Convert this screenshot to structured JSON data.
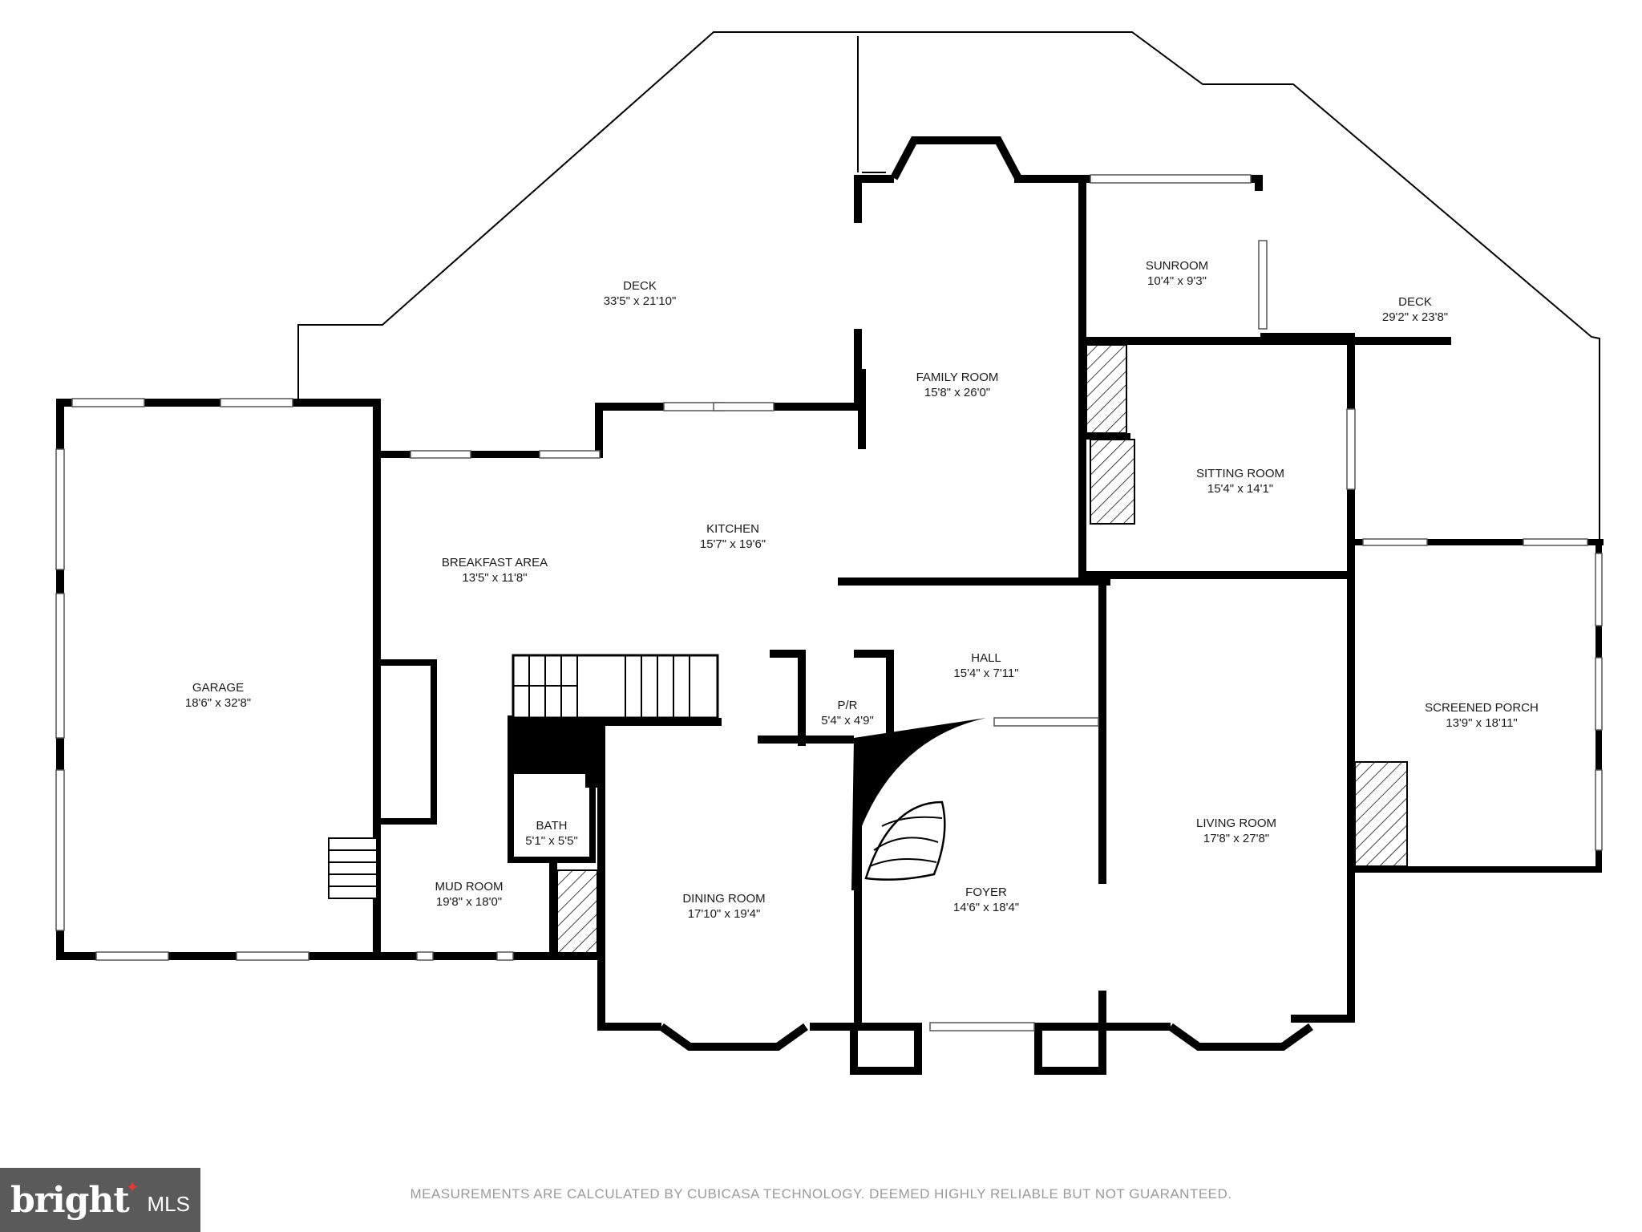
{
  "rooms": [
    {
      "name": "DECK",
      "dim": "33'5\" x 21'10\""
    },
    {
      "name": "FAMILY ROOM",
      "dim": "15'8\" x 26'0\""
    },
    {
      "name": "SUNROOM",
      "dim": "10'4\" x 9'3\""
    },
    {
      "name": "DECK",
      "dim": "29'2\" x 23'8\""
    },
    {
      "name": "SITTING ROOM",
      "dim": "15'4\" x 14'1\""
    },
    {
      "name": "KITCHEN",
      "dim": "15'7\" x 19'6\""
    },
    {
      "name": "BREAKFAST AREA",
      "dim": "13'5\" x 11'8\""
    },
    {
      "name": "GARAGE",
      "dim": "18'6\" x 32'8\""
    },
    {
      "name": "HALL",
      "dim": "15'4\" x 7'11\""
    },
    {
      "name": "P/R",
      "dim": "5'4\" x 4'9\""
    },
    {
      "name": "SCREENED PORCH",
      "dim": "13'9\" x 18'11\""
    },
    {
      "name": "BATH",
      "dim": "5'1\" x 5'5\""
    },
    {
      "name": "LIVING ROOM",
      "dim": "17'8\" x 27'8\""
    },
    {
      "name": "MUD ROOM",
      "dim": "19'8\" x 18'0\""
    },
    {
      "name": "DINING ROOM",
      "dim": "17'10\" x 19'4\""
    },
    {
      "name": "FOYER",
      "dim": "14'6\" x 18'4\""
    }
  ],
  "footer": {
    "disclaimer": "MEASUREMENTS ARE CALCULATED BY CUBICASA TECHNOLOGY. DEEMED HIGHLY RELIABLE BUT NOT GUARANTEED.",
    "brand": "bright",
    "brand_suffix": "MLS"
  },
  "colors": {
    "wall": "#000000",
    "text": "#1a1a1a",
    "disclaimer": "#9a9a9a",
    "brand_bg": "#5a5a5a",
    "brand_accent": "#e53935"
  }
}
